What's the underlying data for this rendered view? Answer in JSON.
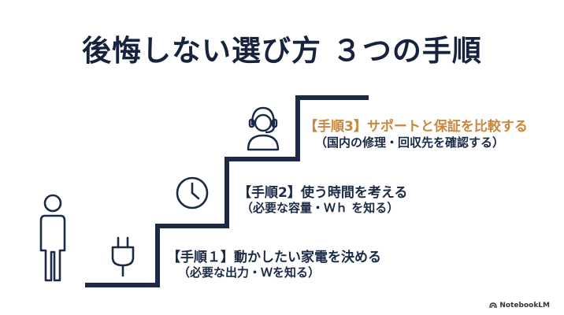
{
  "title": "後悔しない選び方 ３つの手順",
  "steps": [
    {
      "heading": "【手順１】動かしたい家電を決める",
      "sub": "（必要な出力・Ｗを知る）",
      "icon": "plug-icon"
    },
    {
      "heading": "【手順2】使う時間を考える",
      "sub": "（必要な容量・Ｗｈ を知る）",
      "icon": "clock-icon"
    },
    {
      "heading": "【手順3】サポートと保証を比較する",
      "sub": "（国内の修理・回収先を確認する）",
      "icon": "headset-support-icon"
    }
  ],
  "colors": {
    "navy": "#1c2a45",
    "accent": "#c9873e"
  },
  "brand": "NotebookLM"
}
